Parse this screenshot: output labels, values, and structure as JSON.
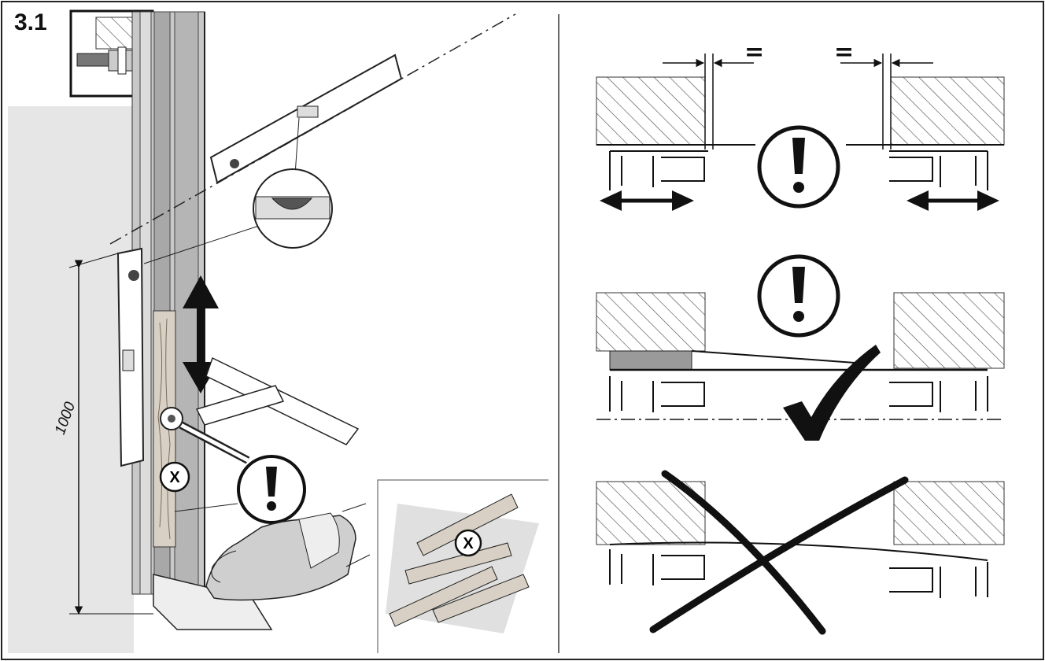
{
  "figure": {
    "step_label": "3.1",
    "height_dimension": "1000",
    "equal_sign_left": "=",
    "equal_sign_right": "=",
    "wrong_marker_clamp": "X",
    "wrong_marker_wood": "X"
  },
  "colors": {
    "line": "#111111",
    "wall_gray": "#e4e4e4",
    "frame_gray": "#bdbdbd",
    "dark_gray": "#8a8a8a",
    "shim_gray": "#9a9a9a"
  },
  "icons": {
    "warning": "exclamation-circle-icon",
    "correct": "checkmark-icon",
    "wrong": "cross-icon"
  }
}
